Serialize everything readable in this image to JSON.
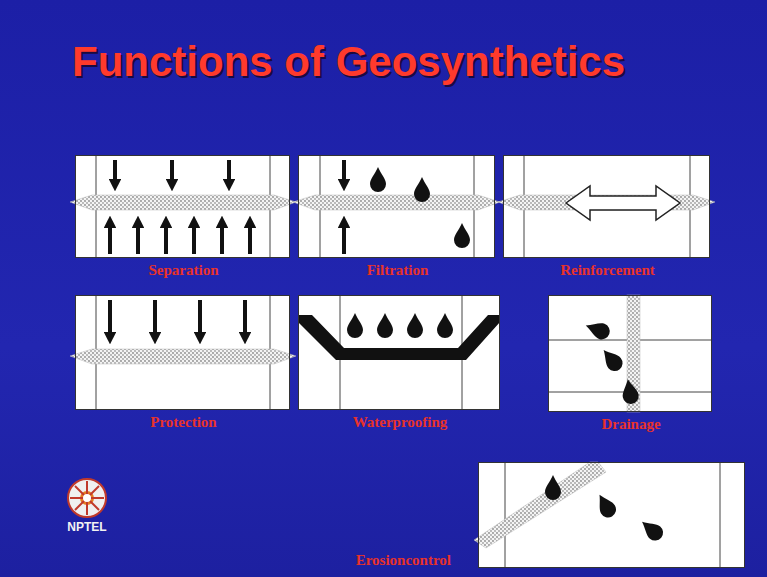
{
  "diagram": {
    "title": "Functions of Geosynthetics",
    "nodes": [
      {
        "text": [
          "Separation"
        ]
      },
      {
        "text": [
          "Filtration"
        ]
      },
      {
        "text": [
          "Reinforcement"
        ]
      },
      {
        "text": [
          "Protection"
        ]
      },
      {
        "text": [
          "Waterproofing"
        ]
      },
      {
        "text": [
          "Drainage"
        ]
      },
      {
        "text": [
          "Erosioncontrol"
        ]
      }
    ],
    "labels": [
      "NPTEL"
    ]
  }
}
